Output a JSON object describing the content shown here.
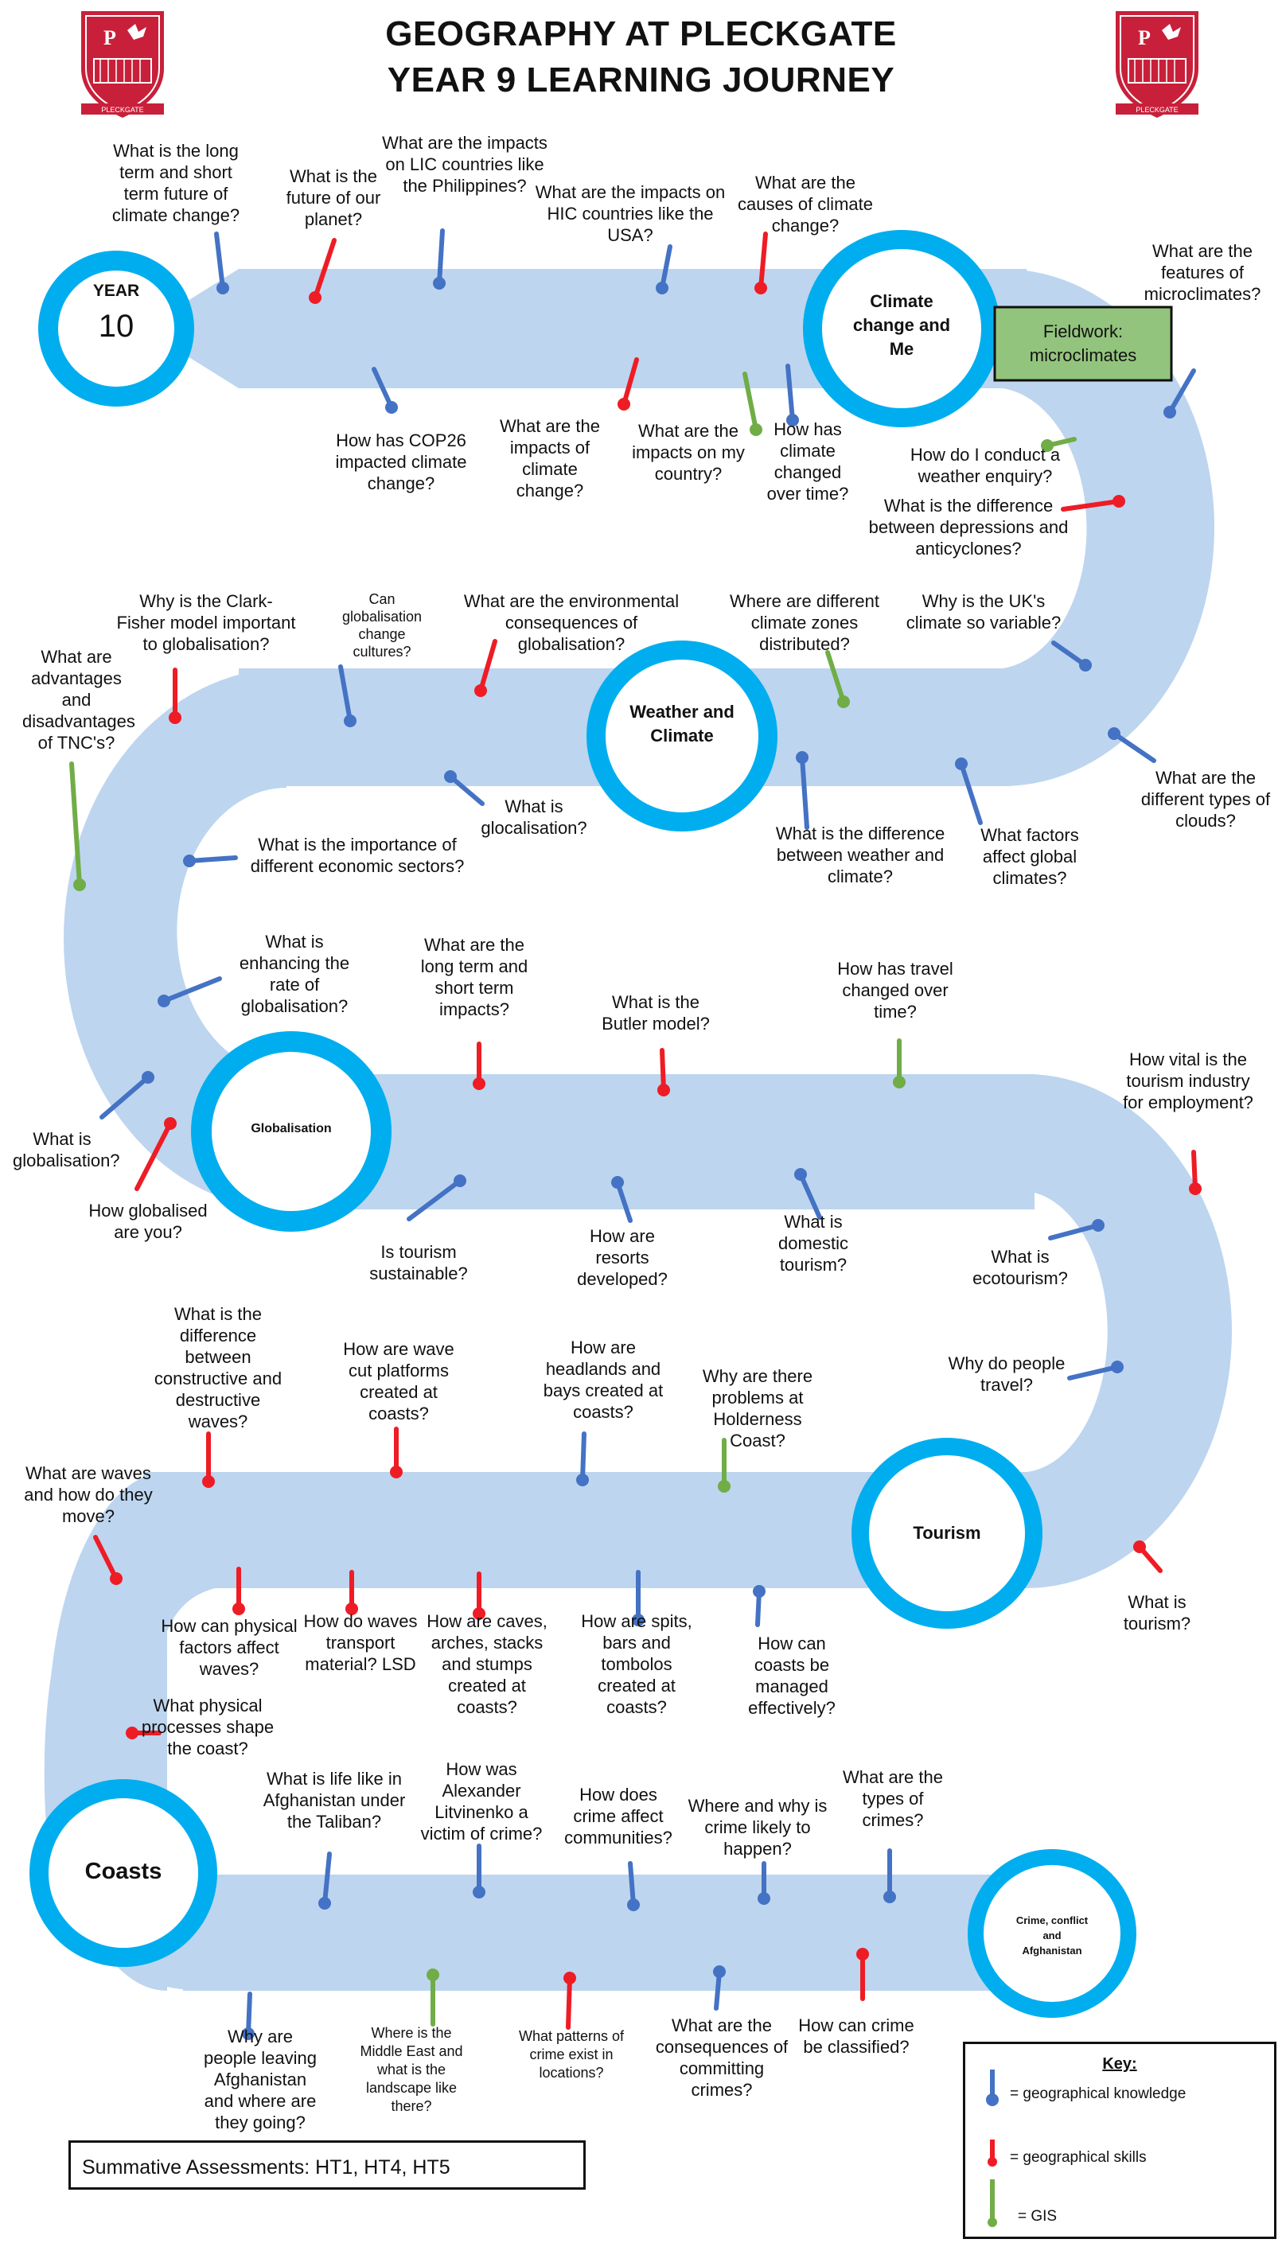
{
  "header": {
    "title_line1": "GEOGRAPHY AT PLECKGATE",
    "title_line2": "YEAR 9 LEARNING JOURNEY",
    "crest_text": "PLECKGATE"
  },
  "colors": {
    "road": "#bdd5ef",
    "ring": "#00aeef",
    "knowledge": "#4472c4",
    "skills": "#ee1c25",
    "gis": "#70ad47",
    "fieldwork_fill": "#93c47d",
    "crest": "#c8203a"
  },
  "milestones": {
    "year10_word": "YEAR",
    "year10_num": "10",
    "climate": "Climate change and Me",
    "weather": "Weather and Climate",
    "globalisation": "Globalisation",
    "tourism": "Tourism",
    "coasts": "Coasts",
    "crime": "Crime, conflict and Afghanistan"
  },
  "fieldwork": "Fieldwork: microclimates",
  "questions": [
    "What is the long term and short term future of climate change?",
    "What is the future of our planet?",
    "What are the impacts on LIC countries like the Philippines?",
    "What are the impacts on HIC countries like the USA?",
    "What are the causes of climate change?",
    "What are the features of microclimates?",
    "How has COP26 impacted climate change?",
    "What are the impacts of climate change?",
    "What are the impacts on my country?",
    "How has climate changed over time?",
    "How do I conduct a weather enquiry?",
    "What is the difference between depressions and anticyclones?",
    "Why is the Clark-Fisher model important to globalisation?",
    "Can globalisation change cultures?",
    "What are the environmental consequences of globalisation?",
    "Where are different climate zones distributed?",
    "Why is the UK's climate so variable?",
    "What are advantages and disadvantages of TNC's?",
    "What is glocalisation?",
    "What is the importance of different economic sectors?",
    "What is the difference between weather and climate?",
    "What factors affect global climates?",
    "What are the different types of clouds?",
    "What is enhancing the rate of globalisation?",
    "What are the long term and short term impacts?",
    "What is the Butler model?",
    "How has travel changed over time?",
    "How vital is the tourism industry for employment?",
    "What is globalisation?",
    "How globalised are you?",
    "Is tourism sustainable?",
    "How are resorts developed?",
    "What is domestic tourism?",
    "What is ecotourism?",
    "What is the difference between constructive and destructive waves?",
    "How are wave cut platforms created at coasts?",
    "How are headlands and bays created at coasts?",
    "Why are there problems at Holderness Coast?",
    "Why do people travel?",
    "What are waves and how do they move?",
    "How can physical factors affect waves?",
    "How do waves transport material? LSD",
    "How are caves, arches, stacks and stumps created at coasts?",
    "How are spits, bars and tombolos created at coasts?",
    "How can coasts be managed effectively?",
    "What is tourism?",
    "What physical processes shape the coast?",
    "What is life like in Afghanistan under the Taliban?",
    "How was Alexander Litvinenko a victim of crime?",
    "How does crime affect communities?",
    "Where and why is crime likely to happen?",
    "What are the types of crimes?",
    "Why are people leaving Afghanistan and where are they going?",
    "Where is the Middle East and what is the landscape like there?",
    "What patterns of crime exist in locations?",
    "What are the consequences of committing crimes?",
    "How can crime be classified?"
  ],
  "key": {
    "title": "Key:",
    "knowledge": "= geographical knowledge",
    "skills": "= geographical skills",
    "gis": "= GIS"
  },
  "summative": "Summative Assessments: HT1, HT4, HT5"
}
